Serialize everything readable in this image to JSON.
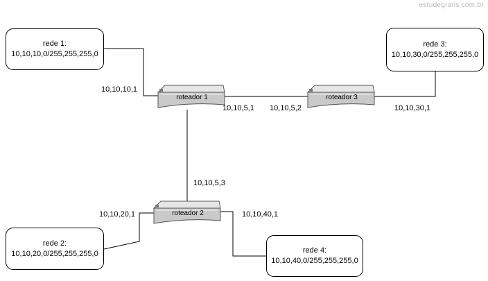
{
  "watermark": "estudegratis.com.br",
  "networks": {
    "rede1": {
      "title": "rede 1:",
      "address": "10,10,10,0/255,255,255,0"
    },
    "rede2": {
      "title": "rede 2:",
      "address": "10,10,20,0/255,255,255,0"
    },
    "rede3": {
      "title": "rede 3:",
      "address": "10,10,30,0/255,255,255,0"
    },
    "rede4": {
      "title": "rede 4:",
      "address": "10,10,40,0/255,255,255,0"
    }
  },
  "routers": {
    "r1": "roteador 1",
    "r2": "roteador 2",
    "r3": "roteador 3"
  },
  "interfaces": {
    "r1_rede1": "10,10,10,1",
    "r1_r3": "10,10,5,1",
    "r3_r1": "10,10,5,2",
    "r3_rede3": "10,10,30,1",
    "r2_r1": "10,10,5,3",
    "r2_rede2": "10,10,20,1",
    "r2_rede4": "10,10,40,1"
  }
}
